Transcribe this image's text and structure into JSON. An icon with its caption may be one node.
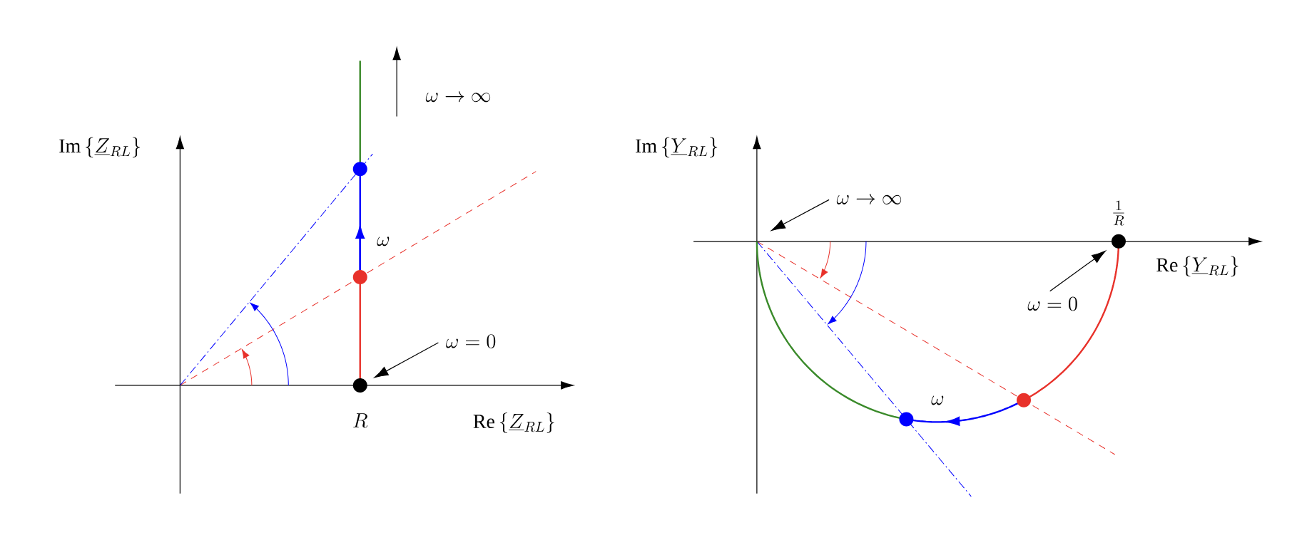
{
  "diagram": {
    "nodes": [
      {
        "text": [
          "\\omega = 0"
        ]
      },
      {
        "text": [],
        "shape": "circle",
        "beside": [
          "R"
        ]
      },
      {
        "text": [
          "\\omega \\to \\infty"
        ]
      },
      {
        "text": [
          "\\omega = 0"
        ]
      },
      {
        "text": [],
        "shape": "circle",
        "beside": [
          "\\frac{1}{R}"
        ]
      }
    ],
    "edges": [
      {
        "from": 0,
        "to": 1,
        "arrow": "to"
      },
      {
        "from": 2,
        "to": null,
        "arrow": "to"
      },
      {
        "from": 3,
        "to": 4,
        "arrow": "to"
      }
    ],
    "labels": [
      "\\mathrm{Im}\\,\\{\\underline{Z}_{RL}\\}",
      "\\omega \\to \\infty",
      "\\omega",
      "\\mathrm{Re}\\,\\{\\underline{Z}_{RL}\\}",
      "\\mathrm{Im}\\,\\{\\underline{Y}_{RL}\\}",
      "\\mathrm{Re}\\,\\{\\underline{Y}_{RL}\\}",
      "\\omega"
    ]
  }
}
